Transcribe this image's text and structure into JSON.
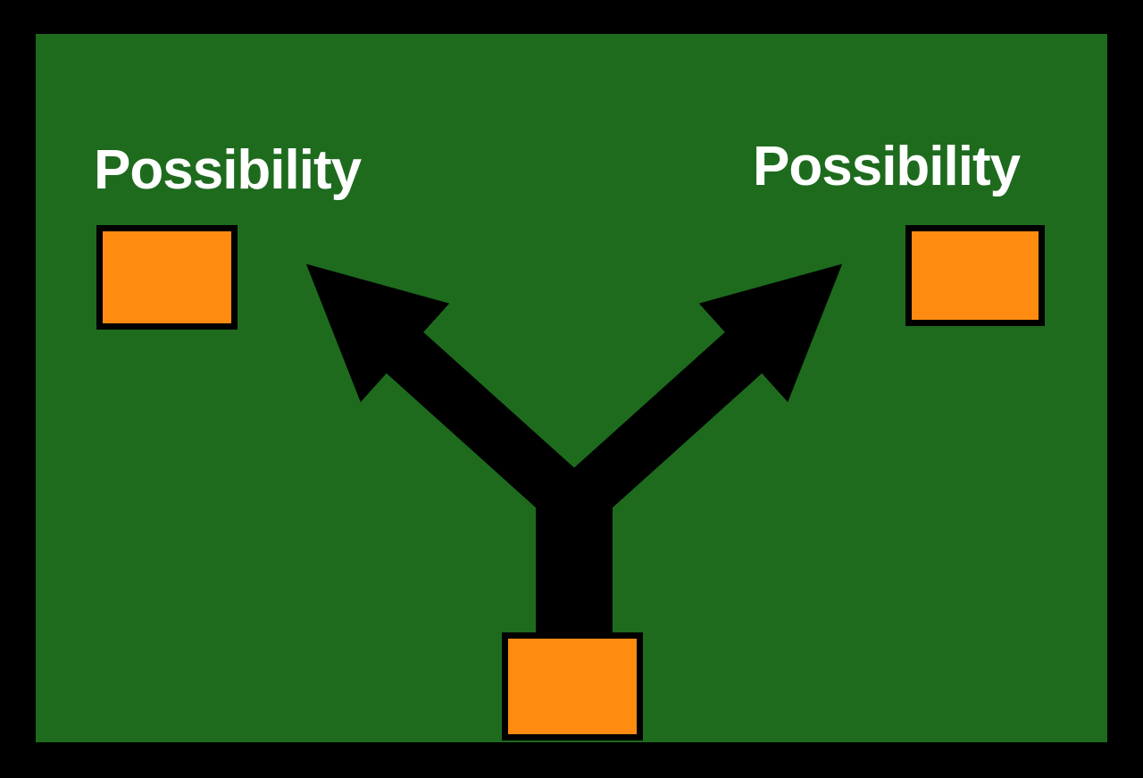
{
  "diagram": {
    "title": "possibility-choice-diagram",
    "frame_color": "#000000",
    "board_color": "#1e6b1e",
    "box_color": "#ff8c11",
    "arrow_color": "#000000",
    "label_color": "#ffffff",
    "labels": {
      "left": "Possibility",
      "right": "Possibility"
    },
    "nodes": {
      "start_box": "bottom-center",
      "option_box_left": "upper-left",
      "option_box_right": "upper-right"
    }
  }
}
